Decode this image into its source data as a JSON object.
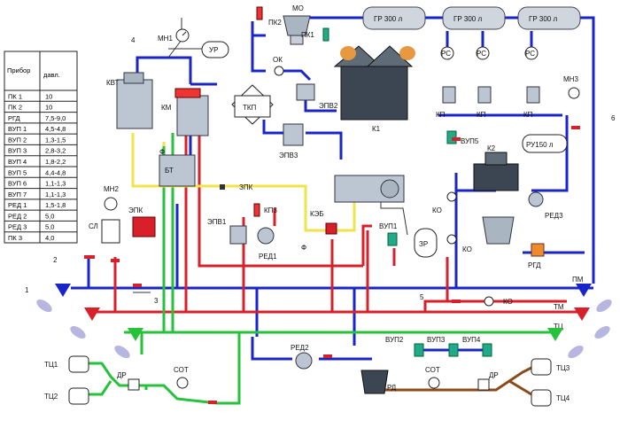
{
  "table": {
    "header": [
      "Прибор",
      "давл."
    ],
    "rows": [
      [
        "ПК 1",
        "10"
      ],
      [
        "ПК 2",
        "10"
      ],
      [
        "РГД",
        "7,5-9,0"
      ],
      [
        "ВУП 1",
        "4,5-4,8"
      ],
      [
        "ВУП 2",
        "1,3-1,5"
      ],
      [
        "ВУП 3",
        "2,8-3,2"
      ],
      [
        "ВУП 4",
        "1,8-2,2"
      ],
      [
        "ВУП 5",
        "4,4-4,8"
      ],
      [
        "ВУП 6",
        "1,1-1,3"
      ],
      [
        "ВУП 7",
        "1,1-1,3"
      ],
      [
        "РЕД 1",
        "1,5-1,8"
      ],
      [
        "РЕД 2",
        "5,0"
      ],
      [
        "РЕД 3",
        "5,0"
      ],
      [
        "ПК 3",
        "4,0"
      ]
    ]
  },
  "labels": {
    "mo": "МО",
    "pk2": "ПК2",
    "pk1": "ПК1",
    "gr1": "ГР 300 л",
    "gr2": "ГР 300 л",
    "gr3": "ГР 300 л",
    "mn1": "МН1",
    "ur": "УР",
    "ok": "ОК",
    "num4": "4",
    "kvt": "КВТ",
    "km": "КМ",
    "tkp": "ТКП",
    "epv2": "ЭПВ2",
    "k1": "К1",
    "rs1": "РС",
    "rs2": "РС",
    "rs3": "РС",
    "kp1": "КП",
    "kp2": "КП",
    "kp3": "КП",
    "mn3": "МН3",
    "num6": "6",
    "vup5": "ВУП5",
    "ru150": "РУ150 л",
    "epv3": "ЭПВ3",
    "bt": "БТ",
    "phi1": "Ф",
    "mn2": "МН2",
    "zpk": "ЗПК",
    "epk": "ЭПК",
    "epv1": "ЭПВ1",
    "kp3b": "КП3",
    "ked": "КЭБ",
    "k2": "К2",
    "ko1": "КО",
    "red3": "РЕД3",
    "sl": "СЛ",
    "red1": "РЕД1",
    "phi2": "Ф",
    "vup1": "ВУП1",
    "zr": "ЗР",
    "ko2": "КО",
    "rgd": "РГД",
    "num2": "2",
    "pm": "ПМ",
    "num1": "1",
    "num3": "3",
    "num5": "5",
    "ko3": "КО",
    "tm": "ТМ",
    "tc": "ТЦ",
    "vup2": "ВУП2",
    "vup3": "ВУП3",
    "vup4": "ВУП4",
    "red2": "РЕД2",
    "tc1": "ТЦ1",
    "tc2": "ТЦ2",
    "dr1": "ДР",
    "sot1": "СОТ",
    "rd": "РД",
    "sot2": "СОТ",
    "dr2": "ДР",
    "tc3": "ТЦ3",
    "tc4": "ТЦ4"
  }
}
